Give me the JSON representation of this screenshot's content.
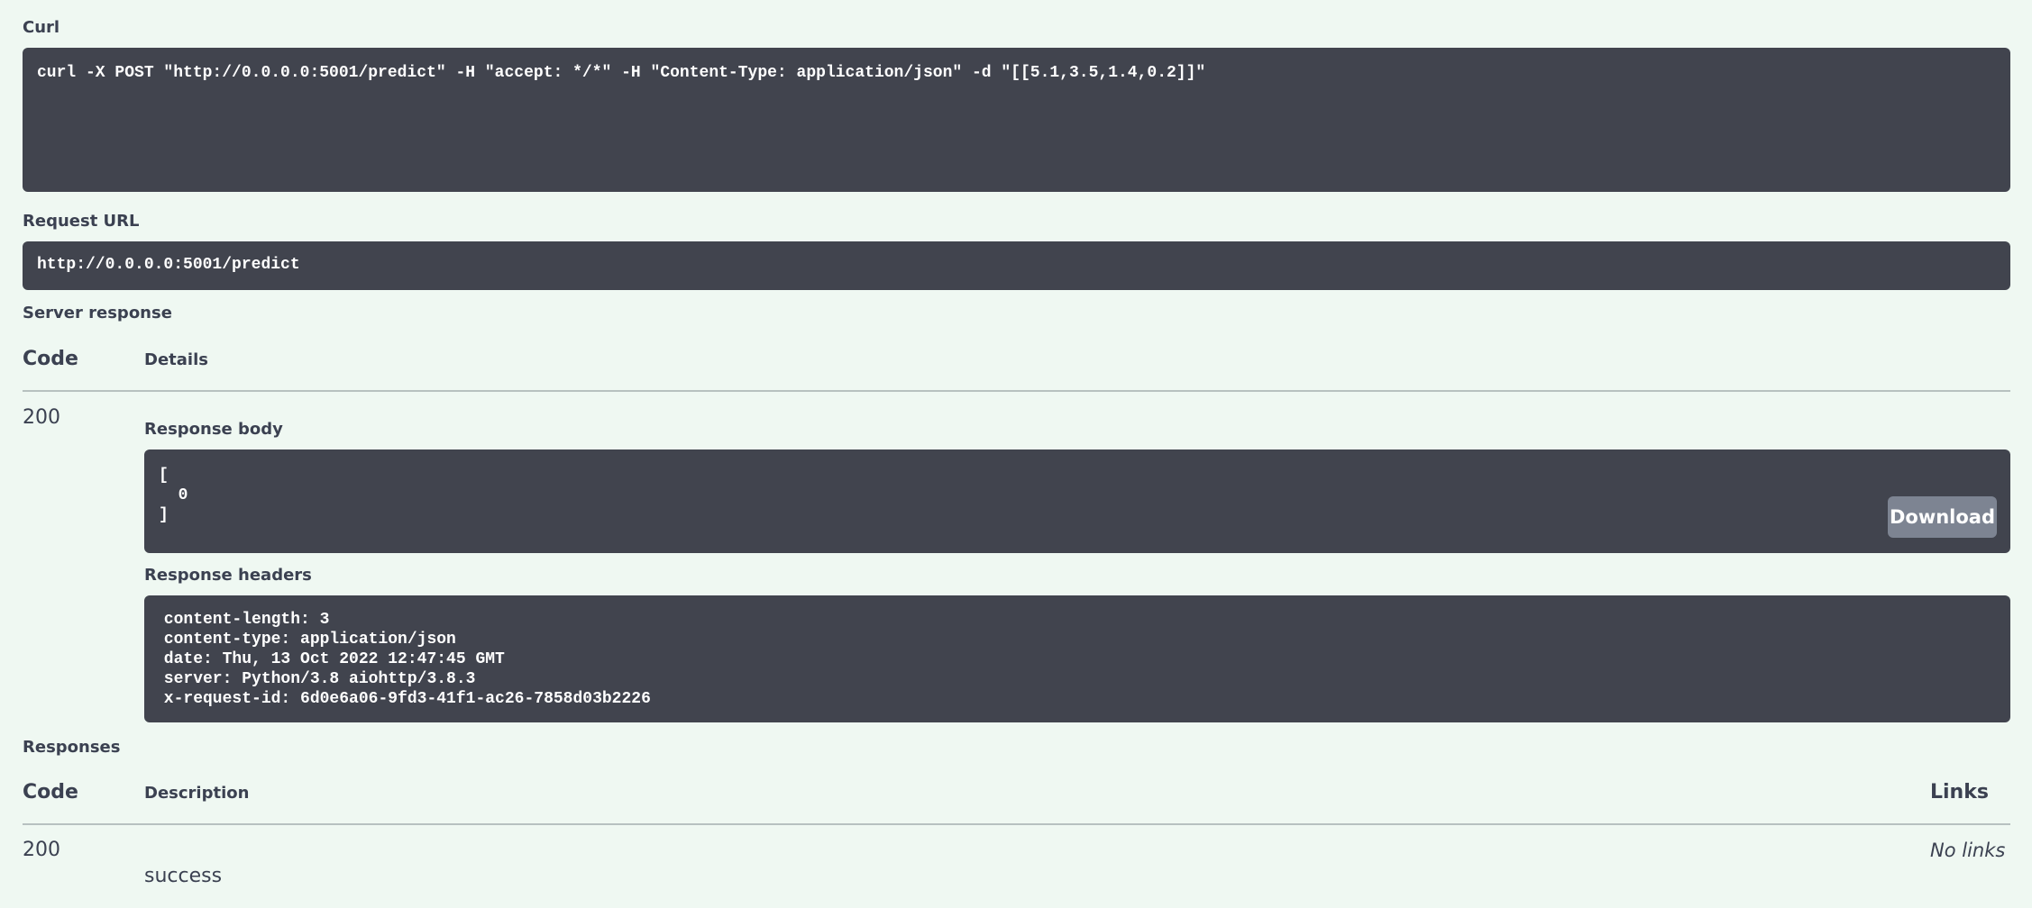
{
  "curl": {
    "label": "Curl",
    "command": "curl -X POST \"http://0.0.0.0:5001/predict\" -H \"accept: */*\" -H \"Content-Type: application/json\" -d \"[[5.1,3.5,1.4,0.2]]\""
  },
  "request_url": {
    "label": "Request URL",
    "value": "http://0.0.0.0:5001/predict"
  },
  "server_response": {
    "label": "Server response",
    "col_code": "Code",
    "col_details": "Details",
    "code": "200",
    "body_label": "Response body",
    "body": "[\n  0\n]",
    "download_label": "Download",
    "headers_label": "Response headers",
    "headers": " content-length: 3\n content-type: application/json\n date: Thu, 13 Oct 2022 12:47:45 GMT\n server: Python/3.8 aiohttp/3.8.3\n x-request-id: 6d0e6a06-9fd3-41f1-ac26-7858d03b2226"
  },
  "responses": {
    "label": "Responses",
    "col_code": "Code",
    "col_description": "Description",
    "col_links": "Links",
    "code": "200",
    "description": "success",
    "links": "No links"
  },
  "colors": {
    "background": "#eff8f2",
    "codebox": "#41444e",
    "button": "#7d8492",
    "text": "#3b4151"
  }
}
